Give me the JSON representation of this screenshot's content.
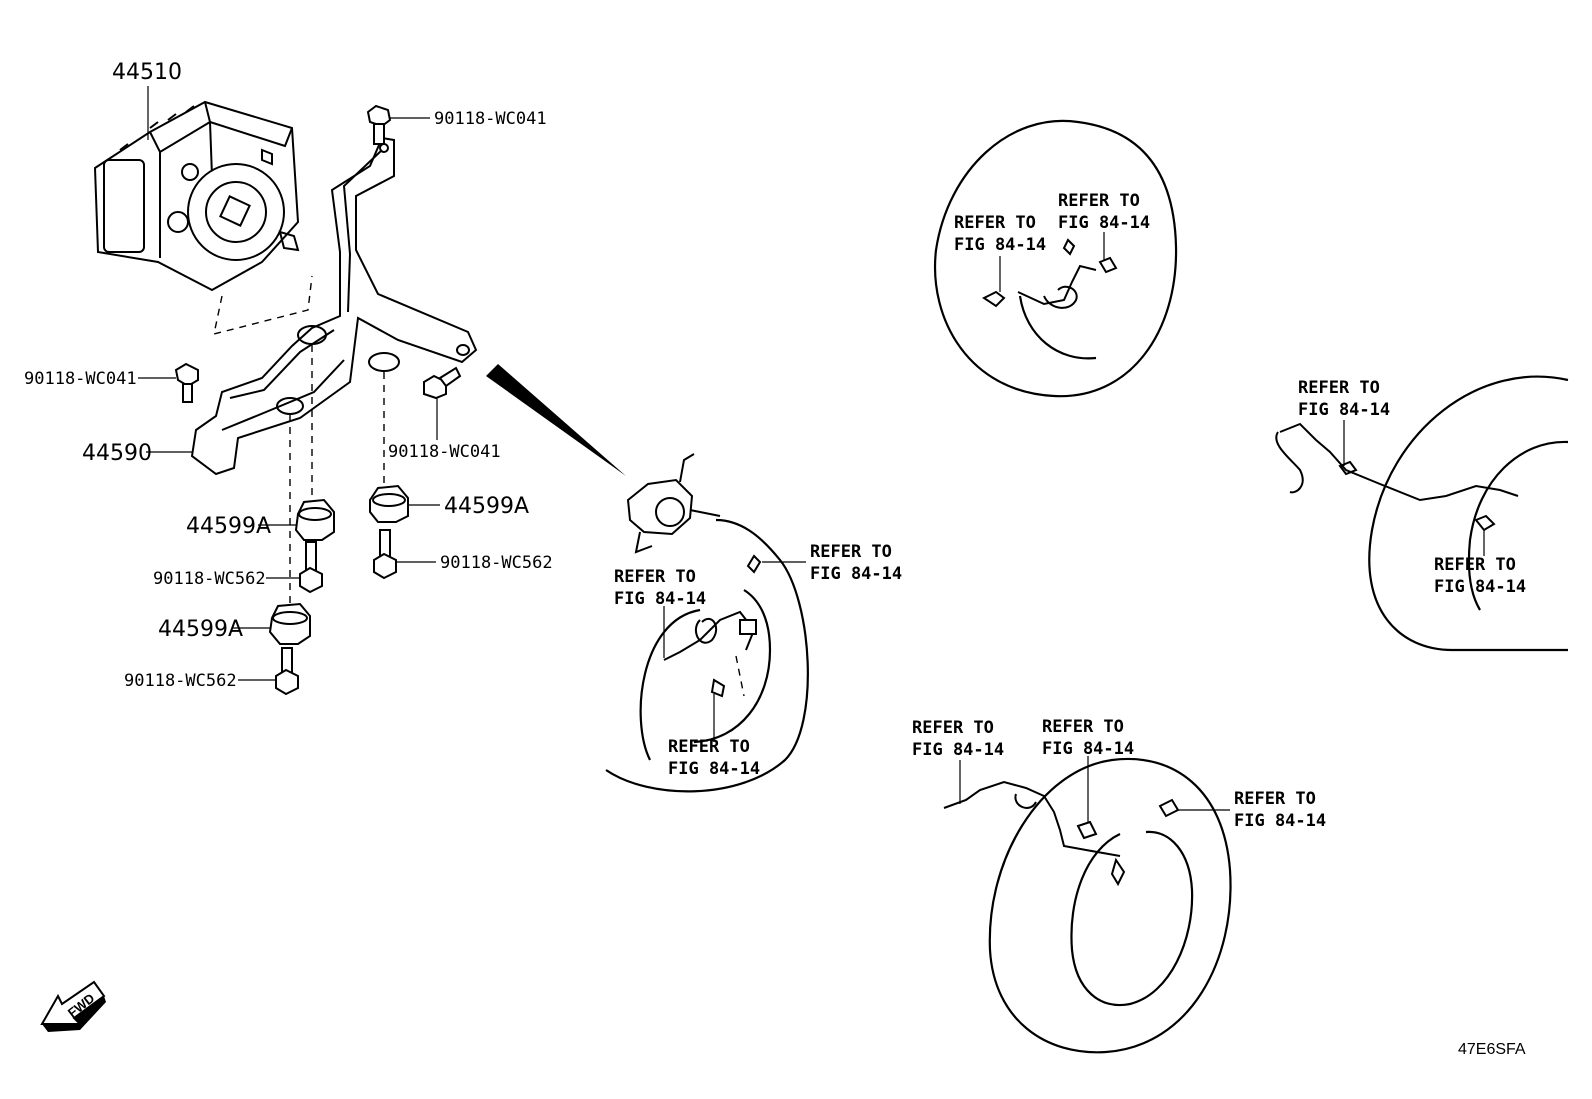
{
  "parts": {
    "abs_actuator": "44510",
    "bracket": "44590",
    "bolt_top": "90118-WC041",
    "bolt_left": "90118-WC041",
    "bolt_mid": "90118-WC041",
    "cushion_1": "44599A",
    "cushion_2": "44599A",
    "cushion_3": "44599A",
    "stud_1": "90118-WC562",
    "stud_2": "90118-WC562",
    "stud_3": "90118-WC562"
  },
  "refs": {
    "line1": "REFER TO",
    "line2": "FIG 84-14"
  },
  "fwd_label": "FWD",
  "diagram_code": "47E6SFA"
}
